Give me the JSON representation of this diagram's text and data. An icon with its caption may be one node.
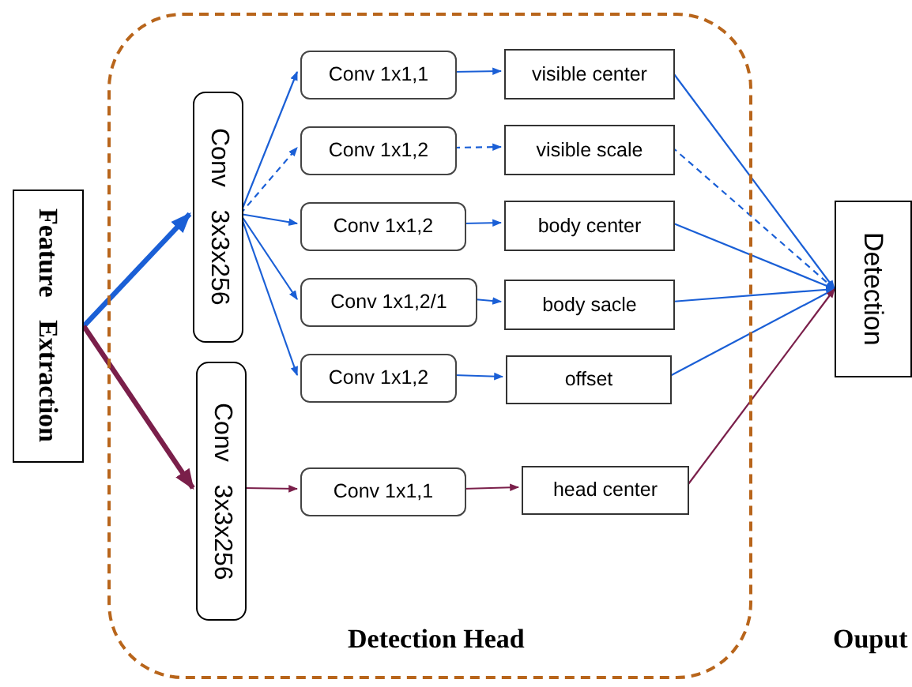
{
  "diagram": {
    "nodes": [
      {
        "text": [
          "Feature Extraction"
        ]
      },
      {
        "text": [
          "Detection Head"
        ]
      },
      {
        "text": [
          "Conv 3x3x256"
        ],
        "in": 1
      },
      {
        "text": [
          "Conv 3x3x256"
        ],
        "in": 1
      },
      {
        "text": [
          "Conv 1x1,1"
        ],
        "in": 1
      },
      {
        "text": [
          "Conv 1x1,2"
        ],
        "in": 1
      },
      {
        "text": [
          "Conv 1x1,2"
        ],
        "in": 1
      },
      {
        "text": [
          "Conv 1x1,2/1"
        ],
        "in": 1
      },
      {
        "text": [
          "Conv 1x1,2"
        ],
        "in": 1
      },
      {
        "text": [
          "Conv 1x1,1"
        ],
        "in": 1
      },
      {
        "text": [
          "visible center"
        ],
        "in": 1
      },
      {
        "text": [
          "visible scale"
        ],
        "in": 1
      },
      {
        "text": [
          "body center"
        ],
        "in": 1
      },
      {
        "text": [
          "body sacle"
        ],
        "in": 1
      },
      {
        "text": [
          "offset"
        ],
        "in": 1
      },
      {
        "text": [
          "head center"
        ],
        "in": 1
      },
      {
        "text": [
          "Detection"
        ]
      }
    ],
    "edges": [
      {
        "from": 0,
        "to": 2,
        "arrow": "to",
        "style": "thick"
      },
      {
        "from": 0,
        "to": 3,
        "arrow": "to",
        "style": "thick",
        "color": "#7a1f4a"
      },
      {
        "from": 2,
        "to": 4,
        "arrow": "to"
      },
      {
        "from": 2,
        "to": 5,
        "arrow": "to",
        "style": "dashed"
      },
      {
        "from": 2,
        "to": 6,
        "arrow": "to"
      },
      {
        "from": 2,
        "to": 7,
        "arrow": "to"
      },
      {
        "from": 2,
        "to": 8,
        "arrow": "to"
      },
      {
        "from": 3,
        "to": 9,
        "arrow": "to",
        "color": "#7a1f4a"
      },
      {
        "from": 4,
        "to": 10,
        "arrow": "to"
      },
      {
        "from": 5,
        "to": 11,
        "arrow": "to",
        "style": "dashed"
      },
      {
        "from": 6,
        "to": 12,
        "arrow": "to"
      },
      {
        "from": 7,
        "to": 13,
        "arrow": "to"
      },
      {
        "from": 8,
        "to": 14,
        "arrow": "to"
      },
      {
        "from": 9,
        "to": 15,
        "arrow": "to",
        "color": "#7a1f4a"
      },
      {
        "from": 10,
        "to": 16,
        "arrow": "to"
      },
      {
        "from": 11,
        "to": 16,
        "arrow": "to",
        "style": "dashed"
      },
      {
        "from": 12,
        "to": 16,
        "arrow": "to"
      },
      {
        "from": 13,
        "to": 16,
        "arrow": "to"
      },
      {
        "from": 14,
        "to": 16,
        "arrow": "to"
      },
      {
        "from": 15,
        "to": 16,
        "arrow": "to",
        "color": "#7a1f4a"
      }
    ],
    "labels": [
      "Ouput"
    ]
  }
}
